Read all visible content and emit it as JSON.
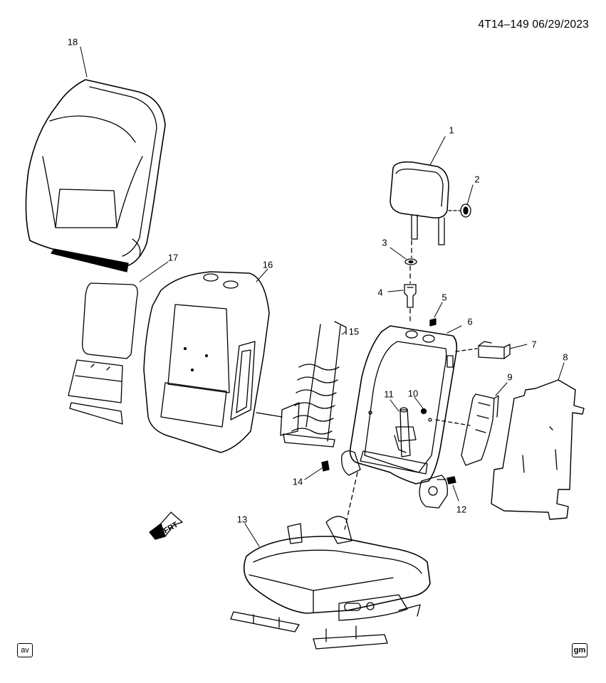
{
  "header": {
    "code": "4T14–149  06/29/2023"
  },
  "callouts": [
    "1",
    "2",
    "3",
    "4",
    "5",
    "6",
    "7",
    "8",
    "9",
    "10",
    "11",
    "12",
    "13",
    "14",
    "15",
    "16",
    "17",
    "18"
  ],
  "direction_label": "FRT",
  "footer": {
    "left_badge": "av",
    "right_badge": "gm"
  }
}
